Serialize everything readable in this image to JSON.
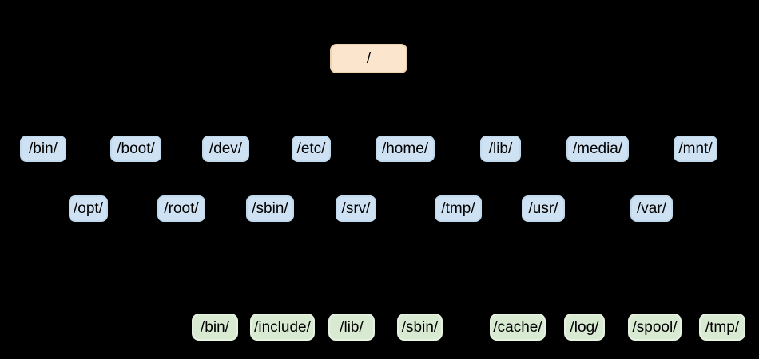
{
  "colors": {
    "background": "#000000",
    "root_fill": "#fbe5cd",
    "root_border": "#eed2ae",
    "dir_fill": "#cfe2f3",
    "dir_border": "#c2daee",
    "subdir_fill": "#d9ead3",
    "subdir_border": "#e6f2e0",
    "text": "#000000"
  },
  "tree": {
    "root": {
      "label": "/"
    },
    "root_children_row1": [
      {
        "label": "/bin/"
      },
      {
        "label": "/boot/"
      },
      {
        "label": "/dev/"
      },
      {
        "label": "/etc/"
      },
      {
        "label": "/home/"
      },
      {
        "label": "/lib/"
      },
      {
        "label": "/media/"
      },
      {
        "label": "/mnt/"
      }
    ],
    "root_children_row2": [
      {
        "label": "/opt/"
      },
      {
        "label": "/root/"
      },
      {
        "label": "/sbin/"
      },
      {
        "label": "/srv/"
      },
      {
        "label": "/tmp/"
      },
      {
        "label": "/usr/"
      },
      {
        "label": "/var/"
      }
    ],
    "usr_children": [
      {
        "label": "/bin/"
      },
      {
        "label": "/include/"
      },
      {
        "label": "/lib/"
      },
      {
        "label": "/sbin/"
      }
    ],
    "var_children": [
      {
        "label": "/cache/"
      },
      {
        "label": "/log/"
      },
      {
        "label": "/spool/"
      },
      {
        "label": "/tmp/"
      }
    ]
  }
}
